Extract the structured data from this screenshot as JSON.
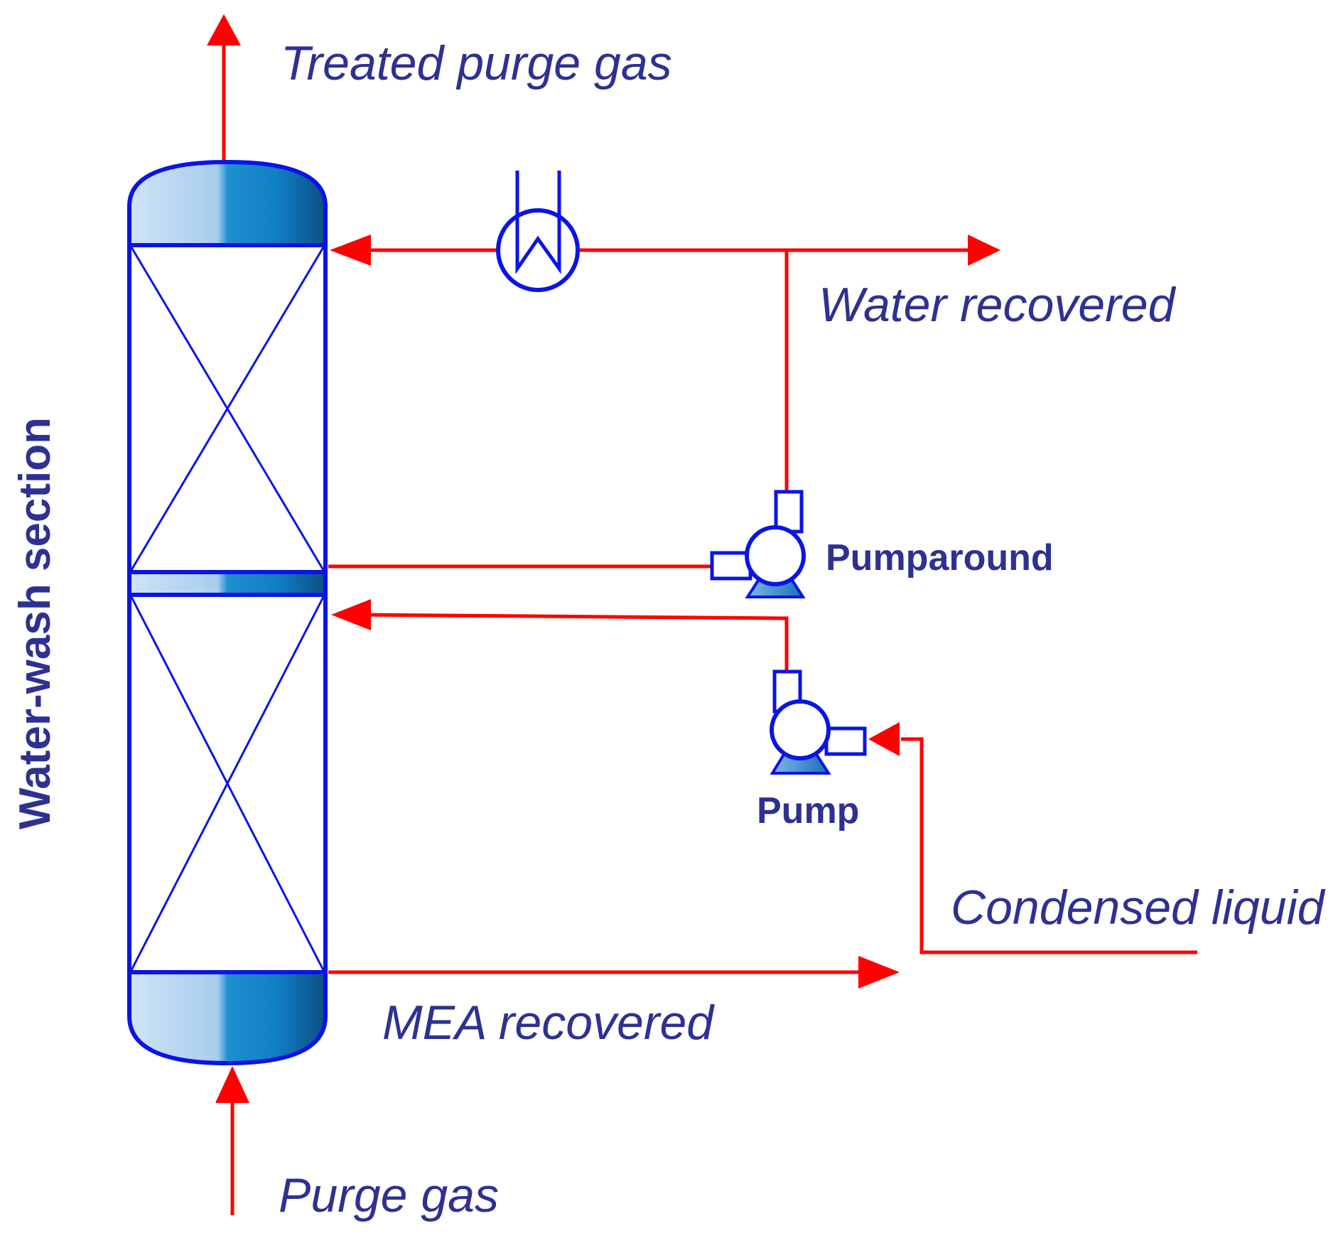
{
  "colors": {
    "stream": "#ff0000",
    "equipment": "#0a14e6",
    "text": "#2e3192",
    "vessel_light": "#cfe3f7",
    "vessel_dark": "#0b5b95"
  },
  "labels": {
    "treated_purge_gas": "Treated purge gas",
    "water_recovered": "Water recovered",
    "pumparound": "Pumparound",
    "pump": "Pump",
    "condensed_liquid": "Condensed liquid",
    "mea_recovered": "MEA recovered",
    "purge_gas": "Purge gas",
    "section": "Water-wash section"
  },
  "icons": {
    "column": "packed-column-icon",
    "heat_exchanger": "heat-exchanger-icon",
    "pumparound_pump": "centrifugal-pump-icon",
    "feed_pump": "centrifugal-pump-icon"
  }
}
